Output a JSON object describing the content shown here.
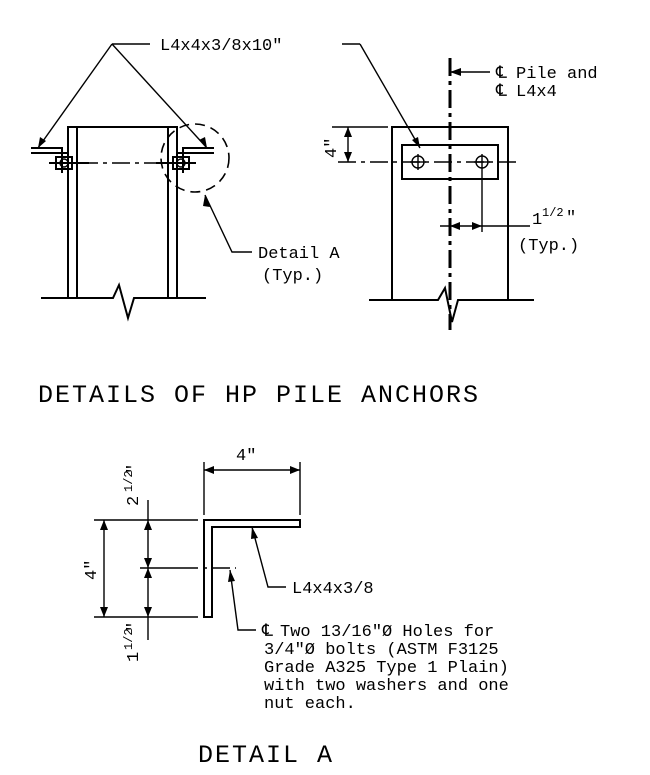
{
  "labels": {
    "angle_spec": "L4x4x3/8x10\"",
    "cl_pile_line1": "Pile and",
    "cl_pile_line2": "L4x4",
    "dim_4in_top": "4\"",
    "dim_1half_whole": "1",
    "dim_1half_frac": "1/2",
    "dim_1half_inch": "\"",
    "typ_right": "(Typ.)",
    "detail_a_ref": "Detail A",
    "detail_a_typ": "(Typ.)",
    "title_main": "DETAILS OF HP PILE ANCHORS",
    "dim_4in_width": "4\"",
    "dim_2half_whole": "2",
    "dim_2half_frac": "1/2",
    "dim_2half_inch": "\"",
    "dim_4in_height": "4\"",
    "dim_1half_b_whole": "1",
    "dim_1half_b_frac": "1/2",
    "dim_1half_b_inch": "\"",
    "angle_small": "L4x4x3/8",
    "holes_line1": "Two 13/16\"Ø Holes for",
    "holes_line2": "3/4\"Ø bolts (ASTM F3125",
    "holes_line3": "Grade A325 Type 1 Plain)",
    "holes_line4": "with two washers and one",
    "holes_line5": "nut each.",
    "title_detail": "DETAIL A"
  },
  "symbols": {
    "centerline": "centerline-symbol"
  },
  "colors": {
    "ink": "#000000",
    "paper": "#ffffff"
  }
}
